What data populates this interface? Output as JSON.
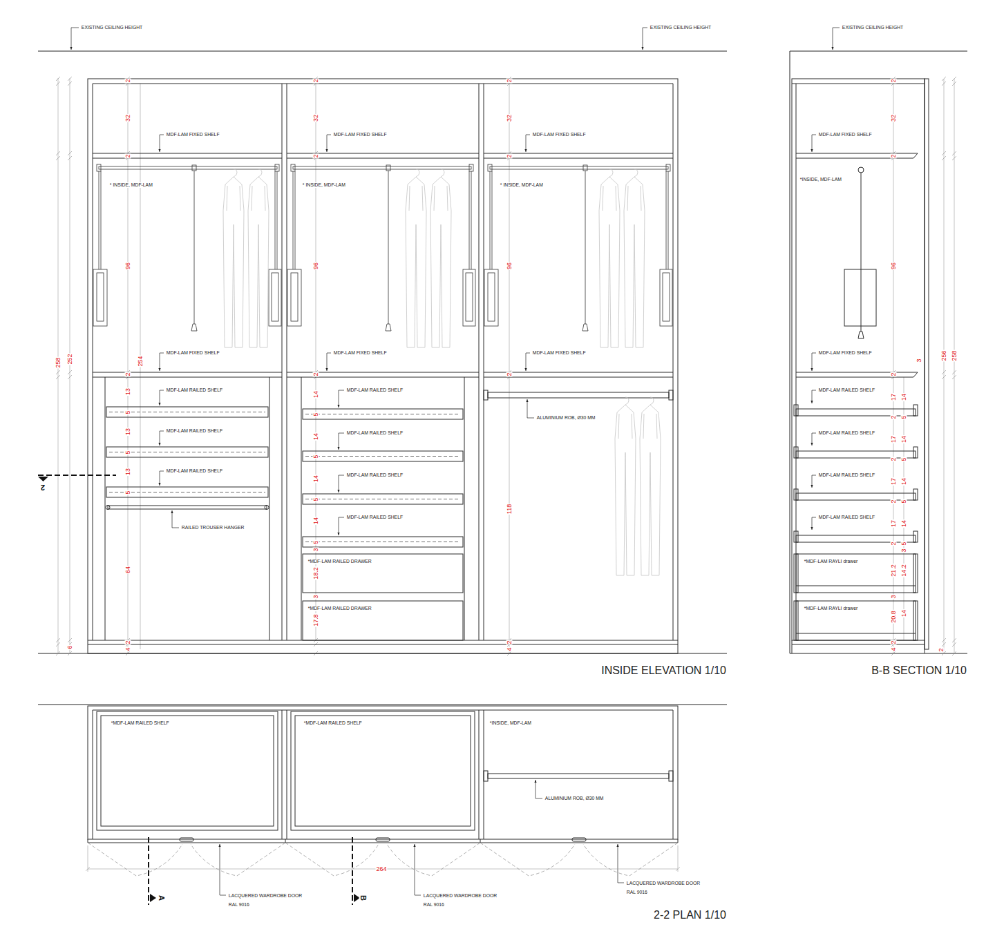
{
  "diagram": {
    "labels": [
      "EXISTING CEILING HEIGHT",
      "EXISTING CEILING HEIGHT",
      "EXISTING CEILING HEIGHT",
      "2",
      "32",
      "2",
      "96",
      "2",
      "13",
      "5",
      "13",
      "5",
      "13",
      "5",
      "64",
      "2",
      "4",
      "2",
      "32",
      "2",
      "96",
      "2",
      "14",
      "5",
      "14",
      "5",
      "14",
      "5",
      "14",
      "5",
      "3",
      "18.2",
      "3",
      "17.8",
      "2",
      "32",
      "2",
      "96",
      "2",
      "118",
      "2",
      "4",
      "258",
      "252",
      "6",
      "254",
      "MDF-LAM FIXED SHELF",
      "MDF-LAM FIXED SHELF",
      "MDF-LAM FIXED SHELF",
      "* INSIDE, MDF-LAM",
      "* INSIDE, MDF-LAM",
      "* INSIDE, MDF-LAM",
      "MDF-LAM FIXED SHELF",
      "MDF-LAM FIXED SHELF",
      "MDF-LAM FIXED SHELF",
      "MDF-LAM RAILED SHELF",
      "MDF-LAM RAILED SHELF",
      "MDF-LAM RAILED SHELF",
      "MDF-LAM RAILED SHELF",
      "MDF-LAM RAILED SHELF",
      "MDF-LAM RAILED SHELF",
      "MDF-LAM RAILED SHELF",
      "ALUMINIUM ROB, Ø30 MM",
      "RAILED TROUSER HANGER",
      "*MDF-LAM RAILED DRAWER",
      "*MDF-LAM RAILED DRAWER",
      "2",
      "INSIDE ELEVATION 1/10",
      "MDF-LAM FIXED SHELF",
      "*INSIDE, MDF-LAM",
      "MDF-LAM FIXED SHELF",
      "MDF-LAM RAILED SHELF",
      "MDF-LAM RAILED SHELF",
      "MDF-LAM RAILED SHELF",
      "MDF-LAM RAILED SHELF",
      "*MDF-LAM RAYLI drawer",
      "*MDF-LAM RAYLI drawer",
      "2",
      "32",
      "2",
      "96",
      "2",
      "17",
      "14",
      "2",
      "5",
      "17",
      "14",
      "2",
      "5",
      "17",
      "14",
      "2",
      "5",
      "17",
      "14",
      "2",
      "5",
      "3",
      "21.2",
      "14.2",
      "3",
      "20.8",
      "14",
      "2",
      "4",
      "3",
      "256",
      "258",
      "2",
      "B-B SECTION 1/10",
      "*MDF-LAM RAILED SHELF",
      "*MDF-LAM RAILED SHELF",
      "*INSIDE, MDF-LAM",
      "ALUMINIUM ROB, Ø30 MM",
      "264",
      "A",
      "B",
      "LACQUERED WARDROBE DOOR RAL 9016",
      "LACQUERED WARDROBE DOOR RAL 9016",
      "LACQUERED WARDROBE DOOR RAL 9016",
      "2-2 PLAN 1/10"
    ]
  }
}
